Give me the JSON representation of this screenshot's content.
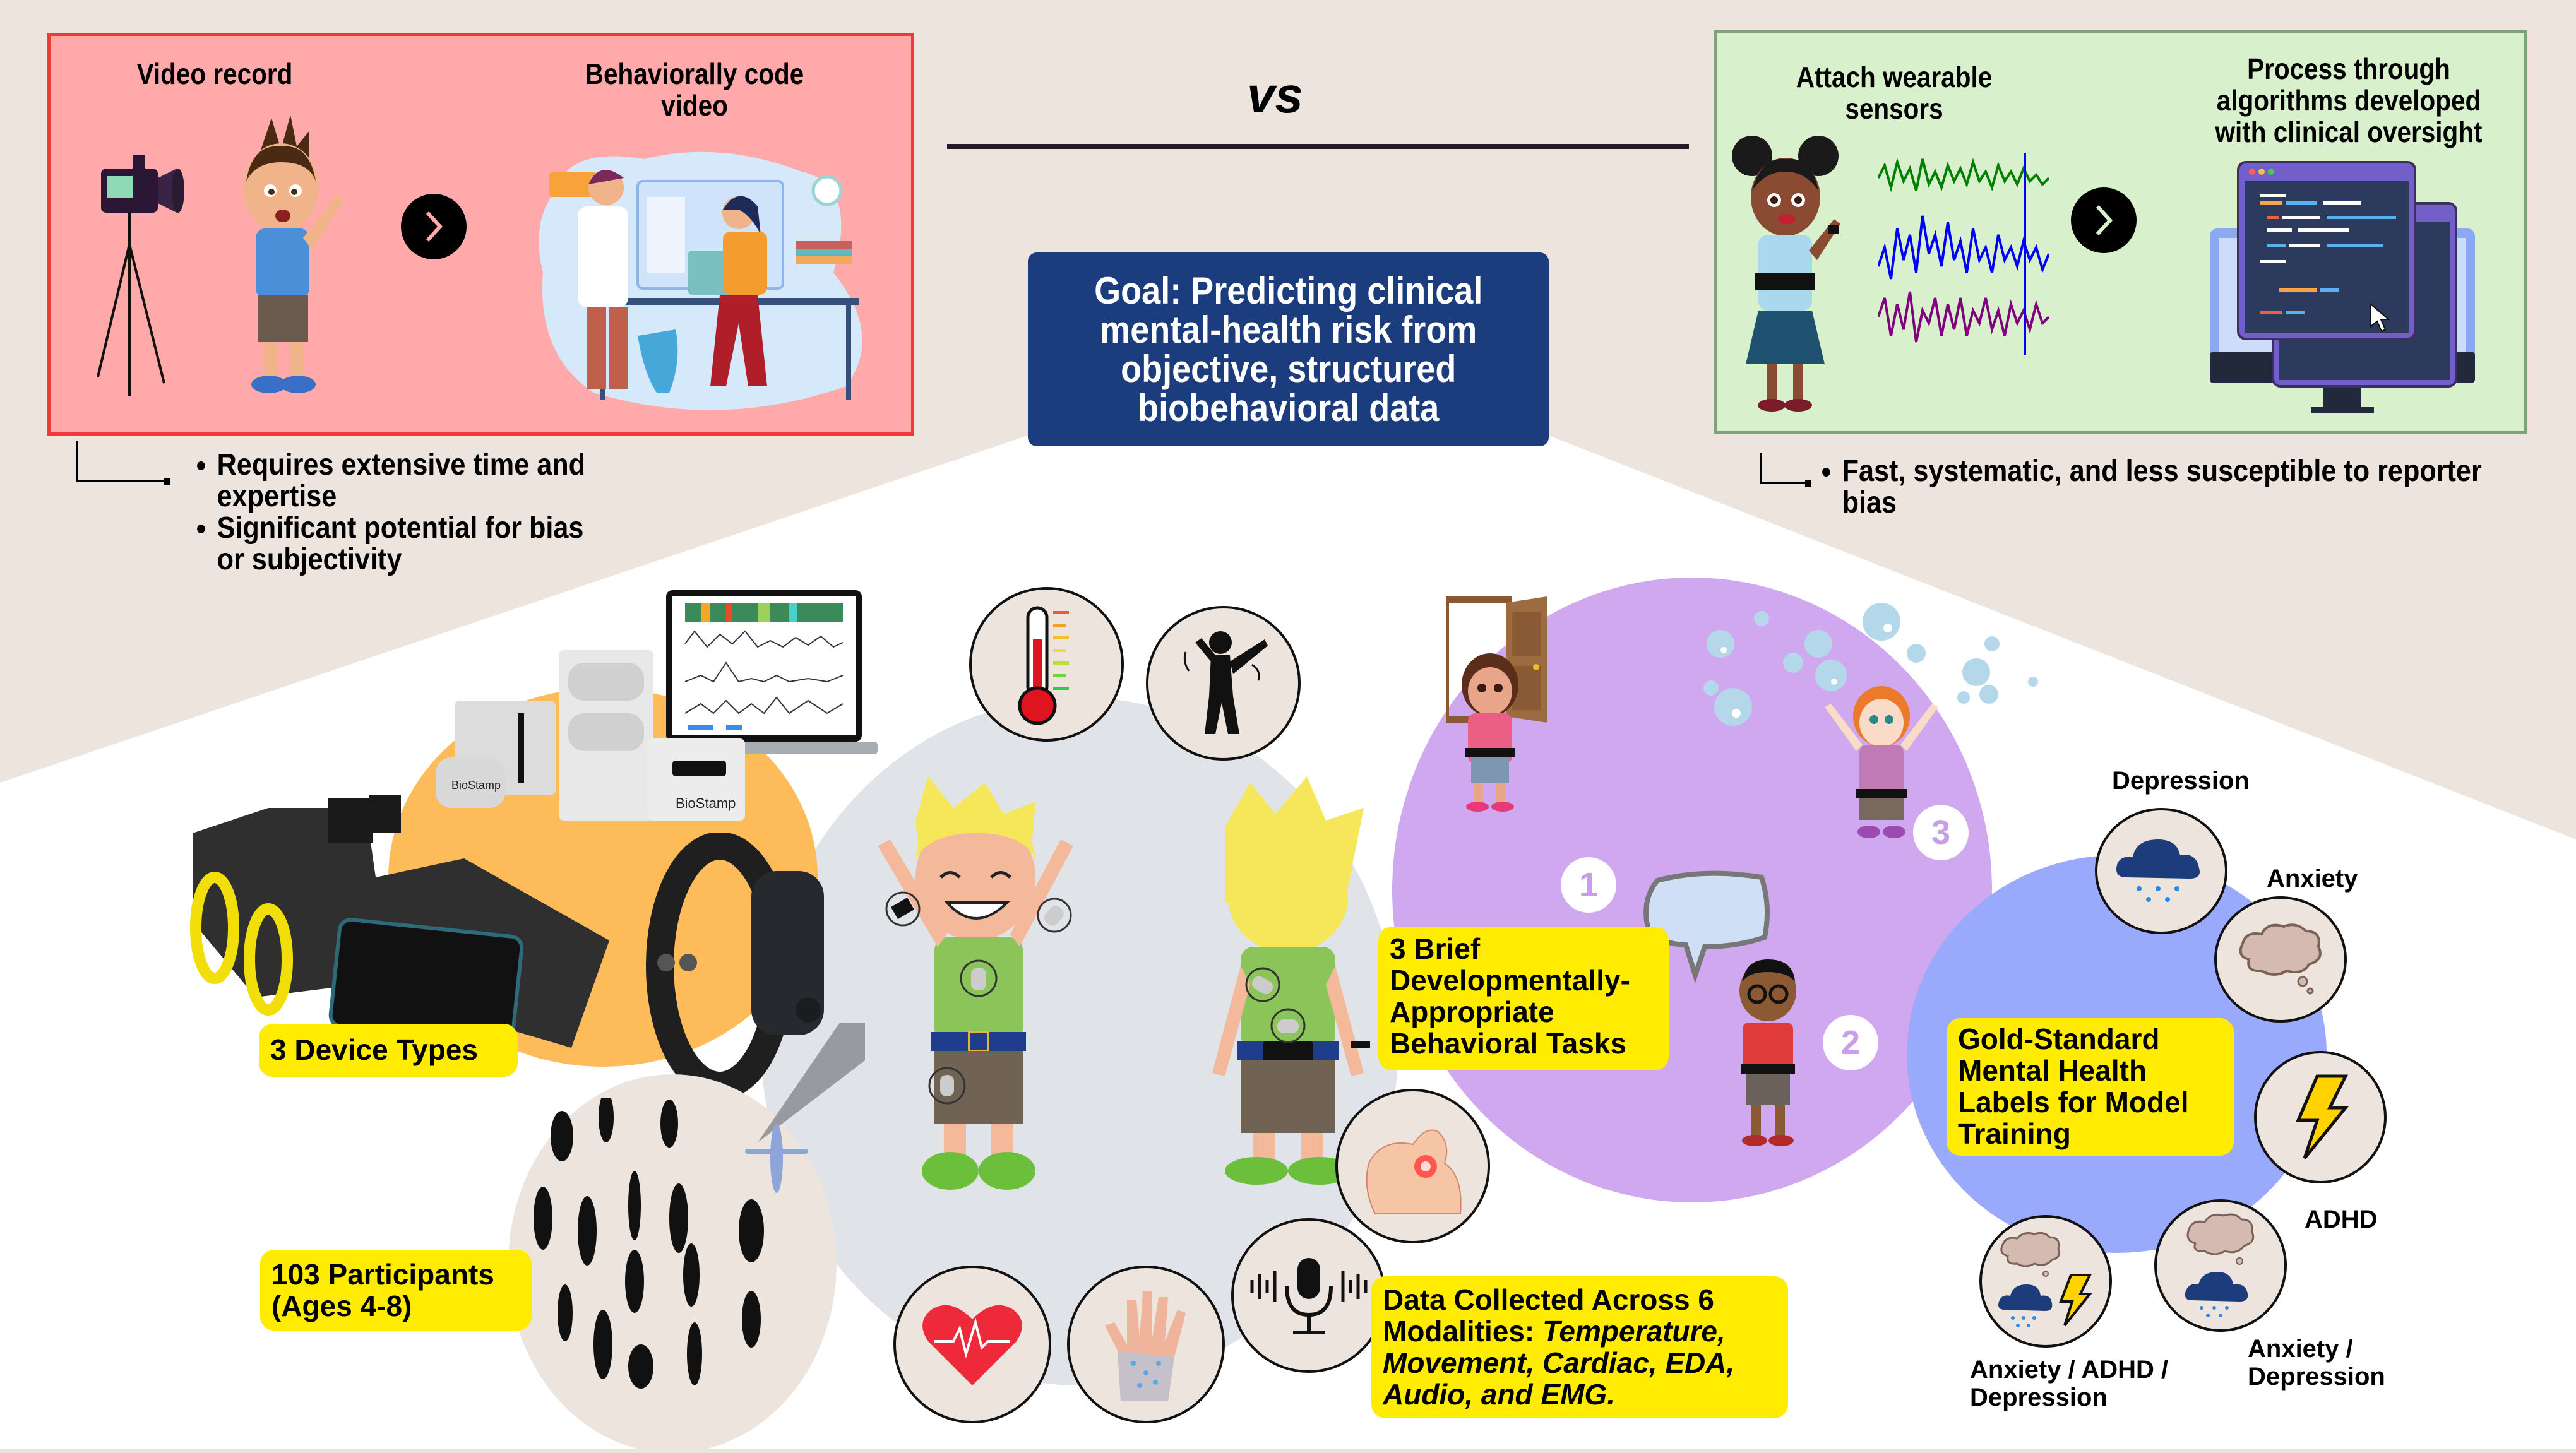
{
  "comparison": {
    "traditional": {
      "steps": [
        {
          "label": "Video record",
          "icon": "video-camera-icon"
        },
        {
          "label": "Behaviorally code video",
          "icon": "clinicians-coding-icon"
        }
      ],
      "arrow_icon": "chevron-right-icon",
      "drawbacks": [
        "Requires extensive time and expertise",
        "Significant potential for bias or subjectivity"
      ],
      "panel_color": "#ffa9ab",
      "border_color": "#f03a3a"
    },
    "divider": "vs",
    "wearable": {
      "steps": [
        {
          "label": "Attach wearable sensors",
          "icon": "signal-waveform-icon"
        },
        {
          "label": "Process through algorithms developed with clinical oversight",
          "icon": "computer-code-icon"
        }
      ],
      "arrow_icon": "chevron-right-icon",
      "benefits": [
        "Fast, systematic, and less susceptible to reporter bias"
      ],
      "panel_color": "#d8f1cc",
      "border_color": "#7ea27b"
    }
  },
  "goal": {
    "lines": [
      "Goal: Predicting clinical",
      "mental-health risk from",
      "objective, structured",
      "biobehavioral data"
    ],
    "bg_color": "#1b3d7e"
  },
  "devices": {
    "label": "3 Device Types",
    "items": [
      "chest belt with phone",
      "BioStamp sensors with dock",
      "wristband"
    ],
    "brand_text": "BioStamp",
    "circle_color": "#fdbb5a"
  },
  "participants": {
    "label_line1": "103 Participants",
    "label_line2": "(Ages 4-8)",
    "circle_color": "#ede5dd"
  },
  "modalities": {
    "label_line1": "Data Collected Across 6",
    "label_line2_prefix": "Modalities: ",
    "label_line2_italic": "Temperature,",
    "label_line3": "Movement, Cardiac, EDA,",
    "label_line4": "Audio, and EMG.",
    "icons": [
      "thermometer-icon",
      "movement-figure-icon",
      "muscle-pain-icon",
      "microphone-audio-icon",
      "sweaty-hand-eda-icon",
      "heart-ecg-icon"
    ]
  },
  "tasks": {
    "line1": "3 Brief",
    "line2": "Developmentally-",
    "line3": "Appropriate",
    "line4": "Behavioral Tasks",
    "numbers": [
      "1",
      "2",
      "3"
    ],
    "circle_color": "#cfa8ef"
  },
  "labels": {
    "line1": "Gold-Standard",
    "line2": "Mental Health",
    "line3": "Labels for Model",
    "line4": "Training",
    "circle_color": "#99aafd",
    "diagnoses": [
      {
        "name": "Depression",
        "icon": "rain-cloud-icon"
      },
      {
        "name": "Anxiety",
        "icon": "thought-cloud-icon"
      },
      {
        "name": "ADHD",
        "icon": "lightning-bolt-icon"
      },
      {
        "name_line1": "Anxiety /",
        "name_line2": "Depression",
        "icon": "thought-rain-cloud-icon"
      },
      {
        "name_line1": "Anxiety / ADHD /",
        "name_line2": "Depression",
        "icon": "thought-rain-lightning-icon"
      }
    ]
  },
  "colors": {
    "background": "#ede5dd",
    "highlight_yellow": "#ffec00",
    "central_gray": "#e0e4e8"
  }
}
